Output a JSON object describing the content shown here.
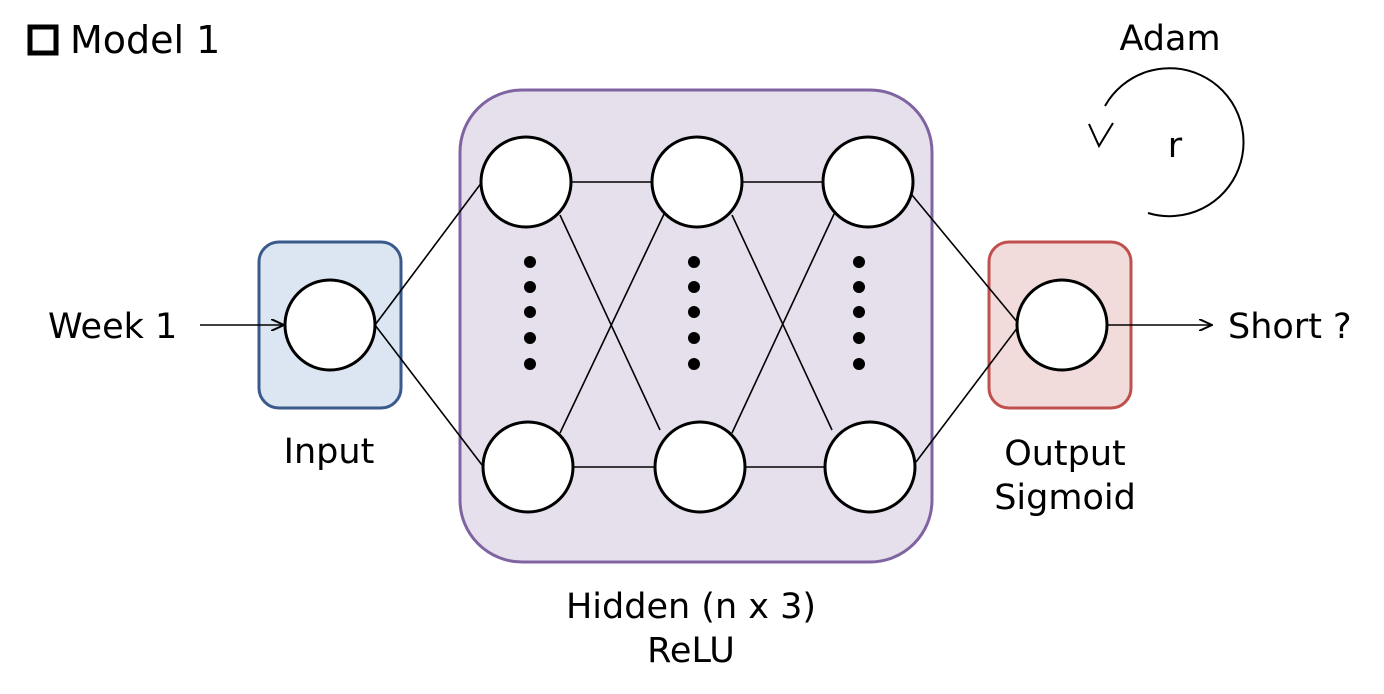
{
  "title": "Model 1",
  "input_text": "Week 1",
  "output_text": "Short ?",
  "layers": {
    "input": "Input",
    "hidden_line1": "Hidden (n x 3)",
    "hidden_line2": "ReLU",
    "output_line1": "Output",
    "output_line2": "Sigmoid"
  },
  "optimizer": {
    "name": "Adam",
    "symbol": "r"
  },
  "colors": {
    "input_fill": "#dce6f2",
    "input_stroke": "#3a5a8c",
    "hidden_fill": "#e6e0ec",
    "hidden_stroke": "#8064a2",
    "output_fill": "#f2dcdb",
    "output_stroke": "#c0504d"
  }
}
